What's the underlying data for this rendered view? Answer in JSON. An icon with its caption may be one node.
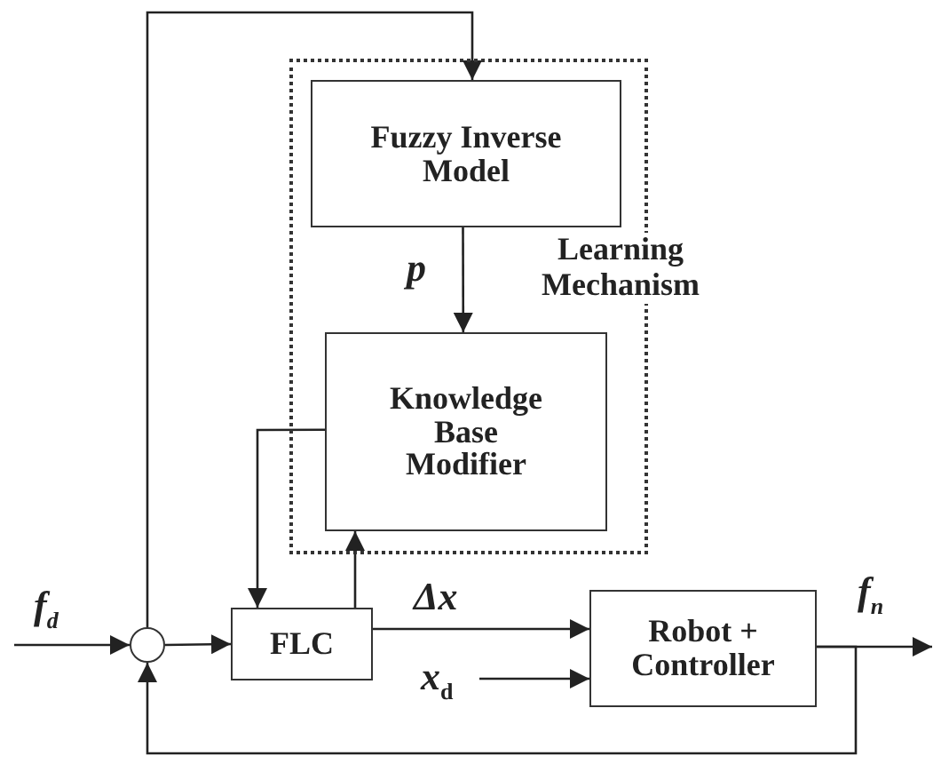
{
  "diagram": {
    "nodes": [
      {
        "text": [
          "Learning Mechanism"
        ]
      },
      {
        "text": [
          "Fuzzy Inverse Model"
        ],
        "in": 0
      },
      {
        "text": [
          "Knowledge Base Modifier"
        ],
        "in": 0
      },
      {
        "text": [],
        "shape": "circle"
      },
      {
        "text": [
          "FLC"
        ]
      },
      {
        "text": [
          "Robot + Controller"
        ]
      }
    ],
    "edges": [
      {
        "from": null,
        "to": 3,
        "arrow": "to",
        "label": "f$_{d}$"
      },
      {
        "from": 3,
        "to": 1,
        "arrow": "to"
      },
      {
        "from": 1,
        "to": 2,
        "arrow": "to",
        "label": "p"
      },
      {
        "from": 2,
        "to": 4,
        "arrow": "to"
      },
      {
        "from": 4,
        "to": 2,
        "arrow": "to"
      },
      {
        "from": 3,
        "to": 4,
        "arrow": "to"
      },
      {
        "from": 4,
        "to": 5,
        "arrow": "to",
        "label": "Δx"
      },
      {
        "from": null,
        "to": 5,
        "arrow": "to",
        "label": "*x*$_{d}$"
      },
      {
        "from": 5,
        "to": null,
        "arrow": "to",
        "label": "f$_{n}$"
      },
      {
        "from": 5,
        "to": 3,
        "arrow": "to"
      }
    ]
  }
}
